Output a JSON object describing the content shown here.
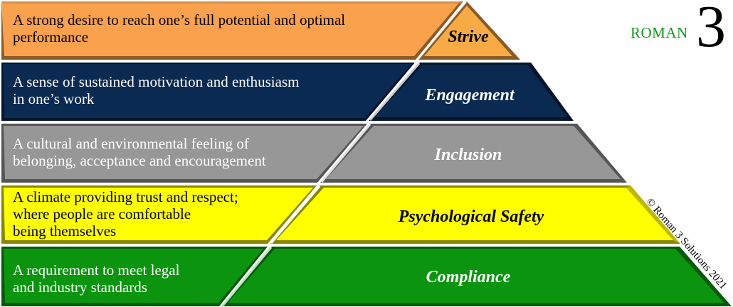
{
  "logo": {
    "word": "ROMAN",
    "number": "3",
    "word_color": "#0e9a1a"
  },
  "copyright": "© Roman 3 Solutions 2021",
  "tiers": [
    {
      "name": "Strive",
      "description": "A strong desire to reach one’s full potential and optimal\nperformance",
      "fill": "#f9a14d",
      "fill_right": "#f8ab45",
      "shadow": "#8c5a24",
      "text_color": "#000000"
    },
    {
      "name": "Engagement",
      "description": "A sense of sustained motivation and enthusiasm\nin one’s work",
      "fill": "#0b2a52",
      "fill_right": "#0b2a52",
      "shadow": "#04152c",
      "text_color": "#ffffff"
    },
    {
      "name": "Inclusion",
      "description": "A cultural and environmental feeling of\nbelonging, acceptance and encouragement",
      "fill": "#979797",
      "fill_right": "#979797",
      "shadow": "#555555",
      "text_color": "#ffffff"
    },
    {
      "name": "Psychological Safety",
      "description": "A climate providing trust and respect;\nwhere people are comfortable\nbeing themselves",
      "fill": "#ffff00",
      "fill_right": "#ffff00",
      "shadow": "#8a8600",
      "text_color": "#000000"
    },
    {
      "name": "Compliance",
      "description": "A requirement to meet legal\nand industry standards",
      "fill": "#0b950f",
      "fill_right": "#0b950f",
      "shadow": "#075a0a",
      "text_color": "#ffffff"
    }
  ]
}
